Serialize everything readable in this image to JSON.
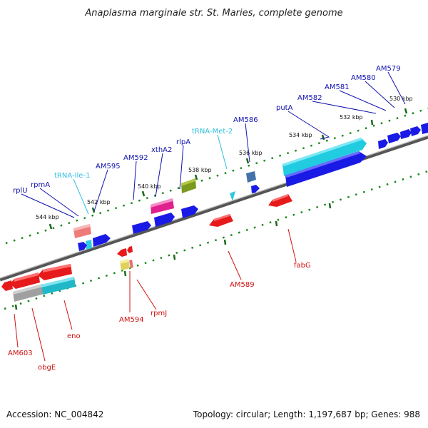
{
  "title": "Anaplasma marginale str. St. Maries, complete genome",
  "footer": {
    "accession": "Accession: NC_004842",
    "summary": "Topology: circular; Length: 1,197,687 bp; Genes: 988"
  },
  "colors": {
    "backbone": "#707070",
    "forward_cds": "#1a1ae6",
    "reverse_cds": "#e61a1a",
    "trna": "#30c8e0",
    "tick": "#1a8a1a",
    "label_forward": "#1010b0",
    "label_reverse": "#d01010",
    "label_trna": "#30c0e0"
  },
  "scale_labels": [
    "530 kbp",
    "532 kbp",
    "534 kbp",
    "536 kbp",
    "538 kbp",
    "540 kbp",
    "542 kbp",
    "544 kbp"
  ],
  "forward_labels": [
    {
      "text": "AM579",
      "kind": "cds"
    },
    {
      "text": "AM580",
      "kind": "cds"
    },
    {
      "text": "AM581",
      "kind": "cds"
    },
    {
      "text": "AM582",
      "kind": "cds"
    },
    {
      "text": "putA",
      "kind": "cds"
    },
    {
      "text": "AM586",
      "kind": "cds"
    },
    {
      "text": "tRNA-Met-2",
      "kind": "trna"
    },
    {
      "text": "rlpA",
      "kind": "cds"
    },
    {
      "text": "xthA2",
      "kind": "cds"
    },
    {
      "text": "AM592",
      "kind": "cds"
    },
    {
      "text": "AM595",
      "kind": "cds"
    },
    {
      "text": "tRNA-Ile-1",
      "kind": "trna"
    },
    {
      "text": "rpmA",
      "kind": "cds"
    },
    {
      "text": "rplU",
      "kind": "cds"
    }
  ],
  "reverse_labels": [
    {
      "text": "fabG"
    },
    {
      "text": "AM589"
    },
    {
      "text": "rpmJ"
    },
    {
      "text": "AM594"
    },
    {
      "text": "eno"
    },
    {
      "text": "obgE"
    },
    {
      "text": "AM603"
    }
  ]
}
